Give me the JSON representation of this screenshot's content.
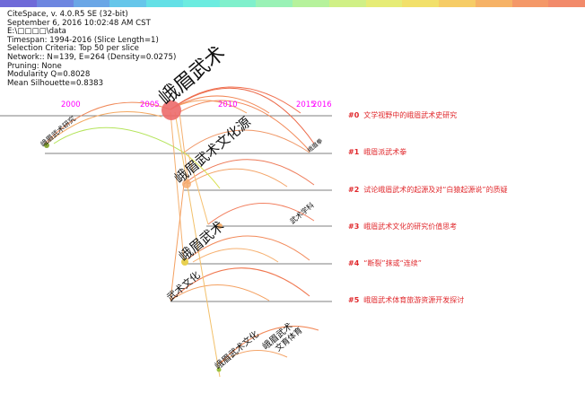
{
  "colorbar": [
    "#6f6ad8",
    "#6d86e0",
    "#6aa6e6",
    "#66c6ea",
    "#64e0e6",
    "#6cece0",
    "#80f0cc",
    "#9af2b6",
    "#b6f29c",
    "#d0f086",
    "#e6ec76",
    "#f2e06a",
    "#f6cc66",
    "#f6b266",
    "#f49868",
    "#f28a6a"
  ],
  "info": {
    "app": "CiteSpace, v. 4.0.R5 SE (32-bit)",
    "date": "September 6, 2016 10:02:48 AM CST",
    "path": "E:\\□□□□\\data",
    "timespan": "Timespan: 1994-2016 (Slice Length=1)",
    "selection": "Selection Criteria: Top 50 per slice",
    "network": "Network:: N=139, E=264 (Density=0.0275)",
    "pruning": "Pruning: None",
    "modularity": "Modularity Q=0.8028",
    "silhouette": "Mean Silhouette=0.8383"
  },
  "timeline": {
    "years": [
      "2000",
      "2005",
      "2010",
      "2015",
      "2016"
    ],
    "color": "#ff00ff"
  },
  "clusters": [
    {
      "id": "#0",
      "label": "文学视野中的峨眉武术史研究"
    },
    {
      "id": "#1",
      "label": "峨眉派武术拳"
    },
    {
      "id": "#2",
      "label": "试论峨眉武术的起源及对“白猿起源说”的质疑"
    },
    {
      "id": "#3",
      "label": "峨眉武术文化的研究价值思考"
    },
    {
      "id": "#4",
      "label": "“断裂”抹或“连续”"
    },
    {
      "id": "#5",
      "label": "峨眉武术体育旅游资源开发探讨"
    }
  ],
  "cluster_color": "#e0282c",
  "nodes": {
    "big1": "峨眉武术",
    "big2": "峨眉武术文化源",
    "big3": "峨眉武术",
    "wuhua": "武术文化",
    "wenhua": "峨眉武术文化",
    "emeizhuan": "峨眉武术",
    "wenyu": "文育体育",
    "leftnode": "峨眉武术研究",
    "xuefa": "武术学科",
    "small": "峨眉拳"
  }
}
